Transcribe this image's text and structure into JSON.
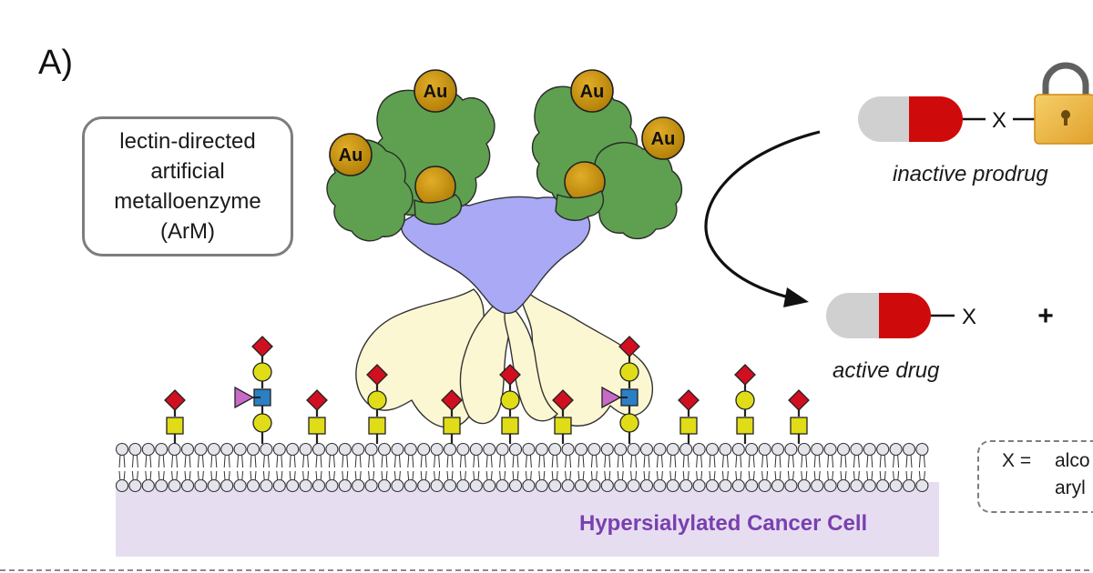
{
  "panel_label": "A)",
  "arm_box": {
    "lines": [
      "lectin-directed",
      "artificial",
      "metalloenzyme",
      "(ArM)"
    ]
  },
  "gold_label": "Au",
  "prodrug": {
    "caption": "inactive prodrug",
    "linker_label": "X"
  },
  "drug": {
    "caption": "active drug",
    "linker_label": "X",
    "plus": "+"
  },
  "cell_label": "Hypersialylated Cancer Cell",
  "x_definition": {
    "prefix": "X =",
    "line1": "alco",
    "line2": "aryl"
  },
  "colors": {
    "protein_green": "#5ea04f",
    "protein_blue": "#a9a9f5",
    "protein_cream": "#fbf7d2",
    "gold": "#c99510",
    "sialic_acid": "#d01020",
    "galactose": "#e0dc18",
    "glcnac": "#2b7fc4",
    "fucose": "#c86ac8",
    "pill_red": "#cf0a0a",
    "pill_grey": "#d0d0d0",
    "cell_fill": "#e6def0",
    "cell_text": "#7a3fb0",
    "lock_body": "#f2b640"
  }
}
